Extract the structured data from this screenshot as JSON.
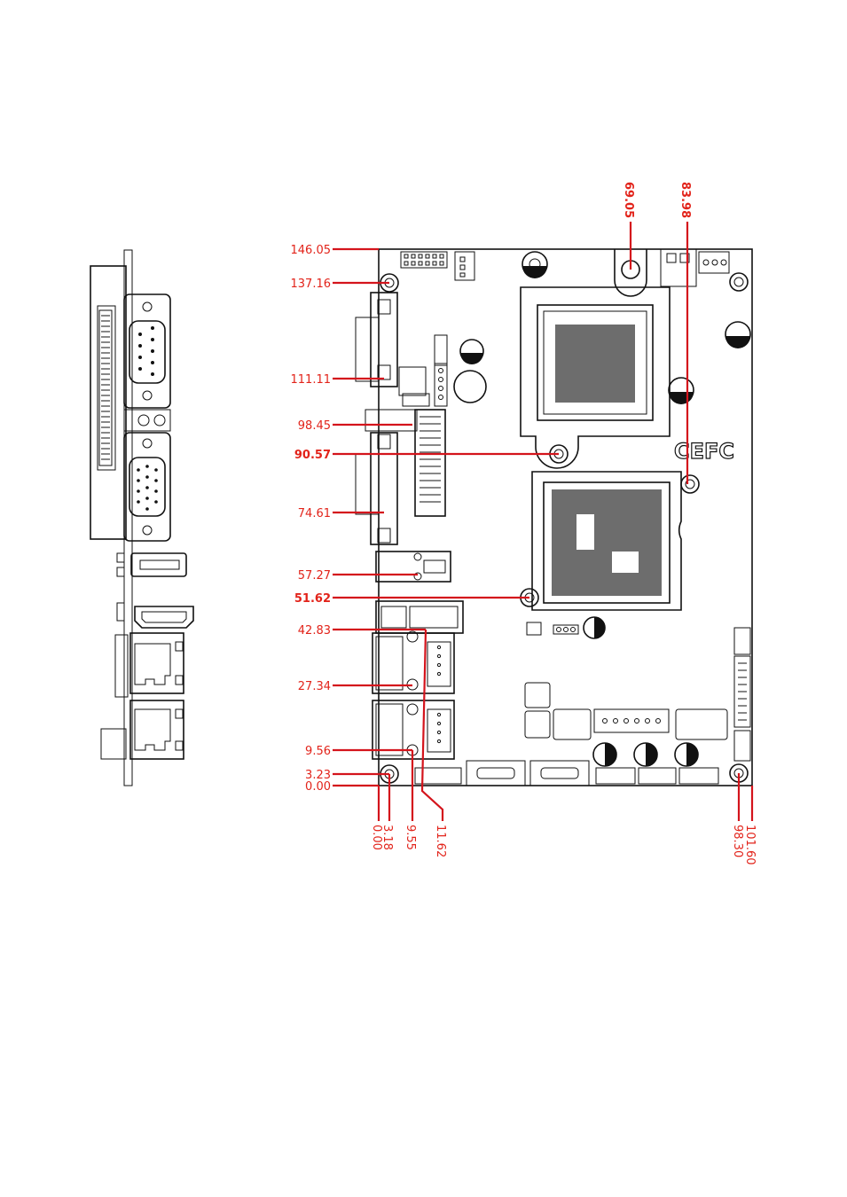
{
  "left_dimensions": [
    {
      "id": "y-146-05",
      "label": "146.05",
      "bold": false
    },
    {
      "id": "y-137-16",
      "label": "137.16",
      "bold": false
    },
    {
      "id": "y-111-11",
      "label": "111.11",
      "bold": false
    },
    {
      "id": "y-98-45",
      "label": "98.45",
      "bold": false
    },
    {
      "id": "y-90-57",
      "label": "90.57",
      "bold": true
    },
    {
      "id": "y-74-61",
      "label": "74.61",
      "bold": false
    },
    {
      "id": "y-57-27",
      "label": "57.27",
      "bold": false
    },
    {
      "id": "y-51-62",
      "label": "51.62",
      "bold": true
    },
    {
      "id": "y-42-83",
      "label": "42.83",
      "bold": false
    },
    {
      "id": "y-27-34",
      "label": "27.34",
      "bold": false
    },
    {
      "id": "y-9-56",
      "label": "9.56",
      "bold": false
    },
    {
      "id": "y-3-23",
      "label": "3.23",
      "bold": false
    },
    {
      "id": "y-0-00",
      "label": "0.00",
      "bold": false
    }
  ],
  "top_dimensions": [
    {
      "id": "x-69-05",
      "label": "69.05"
    },
    {
      "id": "x-83-98",
      "label": "83.98"
    }
  ],
  "bottom_dimensions": [
    {
      "id": "x-0-00",
      "label": "0.00"
    },
    {
      "id": "x-3-18",
      "label": "3.18"
    },
    {
      "id": "x-9-55",
      "label": "9.55"
    },
    {
      "id": "x-11-62",
      "label": "11.62"
    },
    {
      "id": "x-98-30",
      "label": "98.30"
    },
    {
      "id": "x-101-60",
      "label": "101.60"
    }
  ],
  "markings": {
    "ce_fc": "CEFC"
  },
  "colors": {
    "dimension": "#e2231a",
    "outline": "#111111"
  }
}
